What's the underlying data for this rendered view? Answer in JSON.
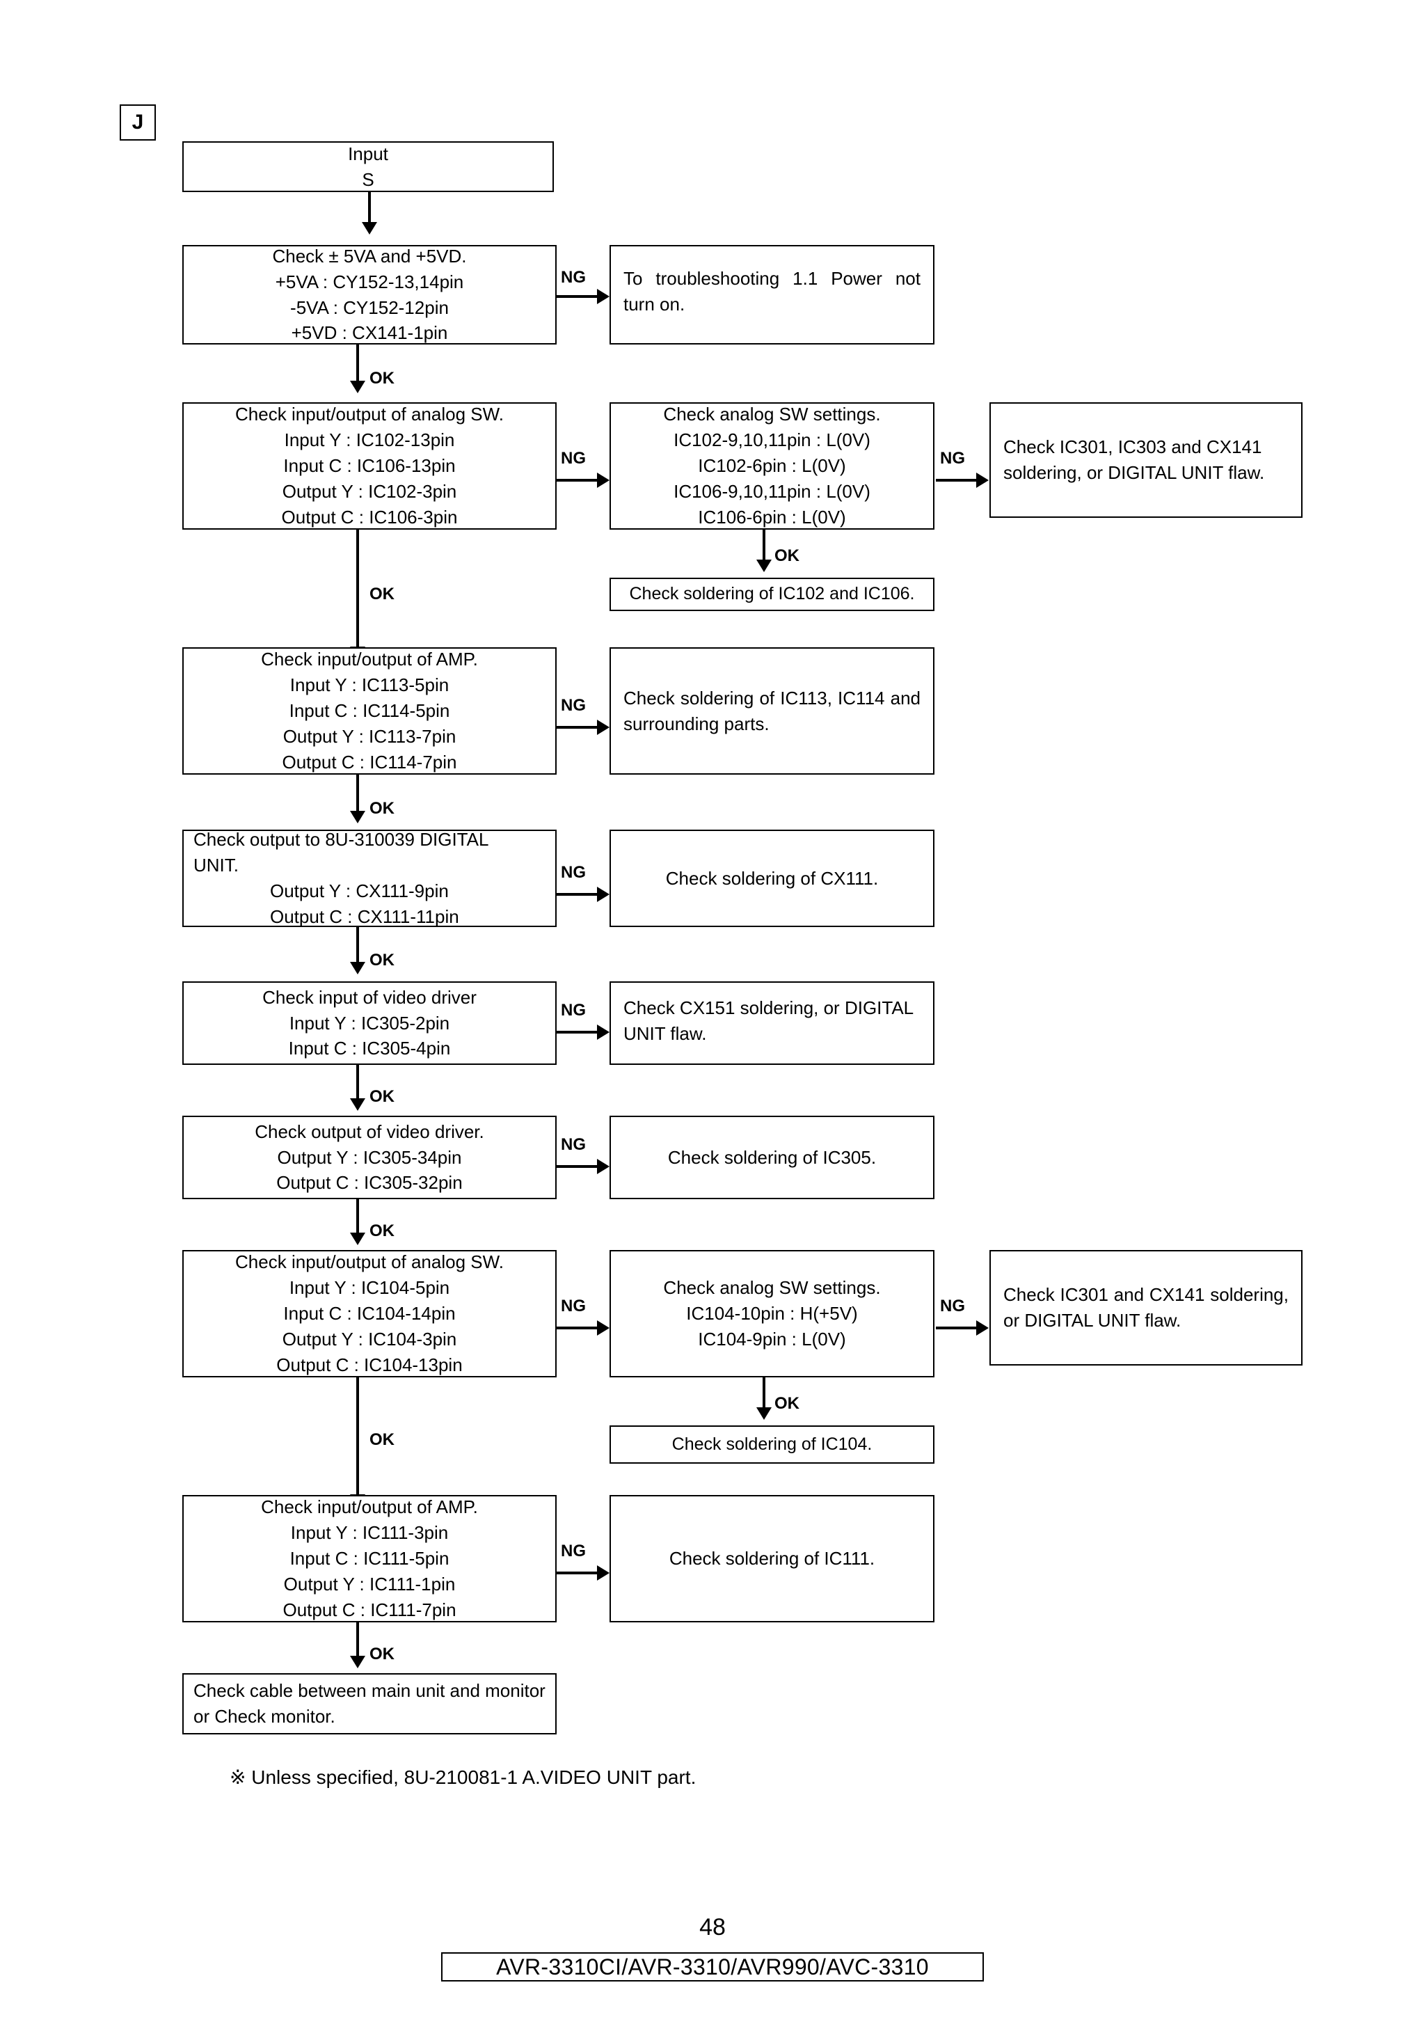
{
  "document": {
    "section_tag": "J",
    "page_number": "48",
    "model_bar": "AVR-3310CI/AVR-3310/AVR990/AVC-3310",
    "footnote": "※  Unless specified, 8U-210081-1 A.VIDEO UNIT part."
  },
  "edge_labels": {
    "ok": "OK",
    "ng": "NG"
  },
  "flow": {
    "start": {
      "lines": [
        "Input",
        "S"
      ]
    },
    "power_check": {
      "lines": [
        "Check ± 5VA and +5VD.",
        "+5VA : CY152-13,14pin",
        "-5VA : CY152-12pin",
        "+5VD : CX141-1pin"
      ]
    },
    "power_ng": {
      "lines": [
        "To troubleshooting 1.1 Power not turn on."
      ]
    },
    "analog_sw1": {
      "lines": [
        "Check input/output of analog SW.",
        "Input Y : IC102-13pin",
        "Input C : IC106-13pin",
        "Output Y : IC102-3pin",
        "Output C : IC106-3pin"
      ]
    },
    "analog_sw1_settings": {
      "lines": [
        "Check analog SW settings.",
        "IC102-9,10,11pin : L(0V)",
        "IC102-6pin : L(0V)",
        "IC106-9,10,11pin : L(0V)",
        "IC106-6pin : L(0V)"
      ]
    },
    "analog_sw1_ng": {
      "lines": [
        "Check IC301, IC303 and CX141 soldering, or DIGITAL UNIT flaw."
      ]
    },
    "analog_sw1_ok": {
      "lines": [
        "Check soldering of IC102 and IC106."
      ]
    },
    "amp1": {
      "lines": [
        "Check input/output of AMP.",
        "Input Y : IC113-5pin",
        "Input C : IC114-5pin",
        "Output Y : IC113-7pin",
        "Output C : IC114-7pin"
      ]
    },
    "amp1_ng": {
      "lines": [
        "Check soldering of IC113, IC114 and surrounding parts."
      ]
    },
    "digital_out": {
      "lines": [
        "Check output to 8U-310039 DIGITAL",
        "UNIT.",
        "Output Y : CX111-9pin",
        "Output C : CX111-11pin"
      ]
    },
    "digital_out_ng": {
      "lines": [
        "Check soldering of CX111."
      ]
    },
    "video_driver_in": {
      "lines": [
        "Check input of video driver",
        "Input Y : IC305-2pin",
        "Input C : IC305-4pin"
      ]
    },
    "video_driver_in_ng": {
      "lines": [
        "Check CX151 soldering, or DIGITAL UNIT flaw."
      ]
    },
    "video_driver_out": {
      "lines": [
        "Check output of video driver.",
        "Output Y : IC305-34pin",
        "Output C : IC305-32pin"
      ]
    },
    "video_driver_out_ng": {
      "lines": [
        "Check soldering of IC305."
      ]
    },
    "analog_sw2": {
      "lines": [
        "Check input/output of analog SW.",
        "Input Y : IC104-5pin",
        "Input C : IC104-14pin",
        "Output Y : IC104-3pin",
        "Output C : IC104-13pin"
      ]
    },
    "analog_sw2_settings": {
      "lines": [
        "Check analog SW settings.",
        "IC104-10pin : H(+5V)",
        "IC104-9pin : L(0V)"
      ]
    },
    "analog_sw2_ng": {
      "lines": [
        "Check IC301 and CX141 soldering, or DIGITAL UNIT flaw."
      ]
    },
    "analog_sw2_ok": {
      "lines": [
        "Check soldering of IC104."
      ]
    },
    "amp2": {
      "lines": [
        "Check input/output of AMP.",
        "Input Y : IC111-3pin",
        "Input C : IC111-5pin",
        "Output Y : IC111-1pin",
        "Output C : IC111-7pin"
      ]
    },
    "amp2_ng": {
      "lines": [
        "Check soldering of IC111."
      ]
    },
    "final": {
      "lines": [
        "Check cable between main unit and monitor or Check monitor."
      ]
    }
  }
}
